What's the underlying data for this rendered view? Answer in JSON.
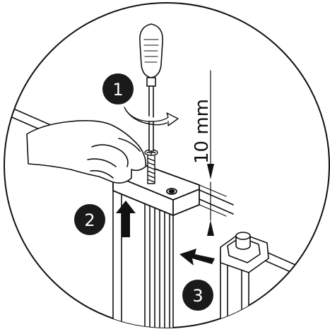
{
  "colors": {
    "ink": "#111111",
    "paper": "#ffffff",
    "badge": "#1a1a1a",
    "badge_text": "#ffffff"
  },
  "steps": [
    {
      "label": "1"
    },
    {
      "label": "2"
    },
    {
      "label": "3"
    }
  ],
  "dimension": {
    "label": "10 mm"
  }
}
